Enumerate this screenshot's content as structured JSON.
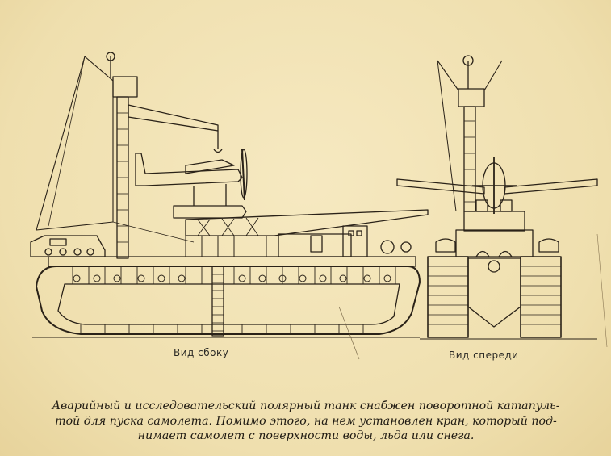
{
  "labels": {
    "side_view": "Вид сбоку",
    "front_view": "Вид спереди"
  },
  "caption": {
    "lines": [
      "Аварийный и исследовательский полярный танк снабжен поворотной катапуль-",
      "той для пуска самолета. Помимо этого, на нем установлен кран, который под-",
      "нимает самолет с поверхности воды, льда или снега."
    ]
  },
  "colors": {
    "paper": "#f3e5b8",
    "ink": "#2a2218"
  }
}
